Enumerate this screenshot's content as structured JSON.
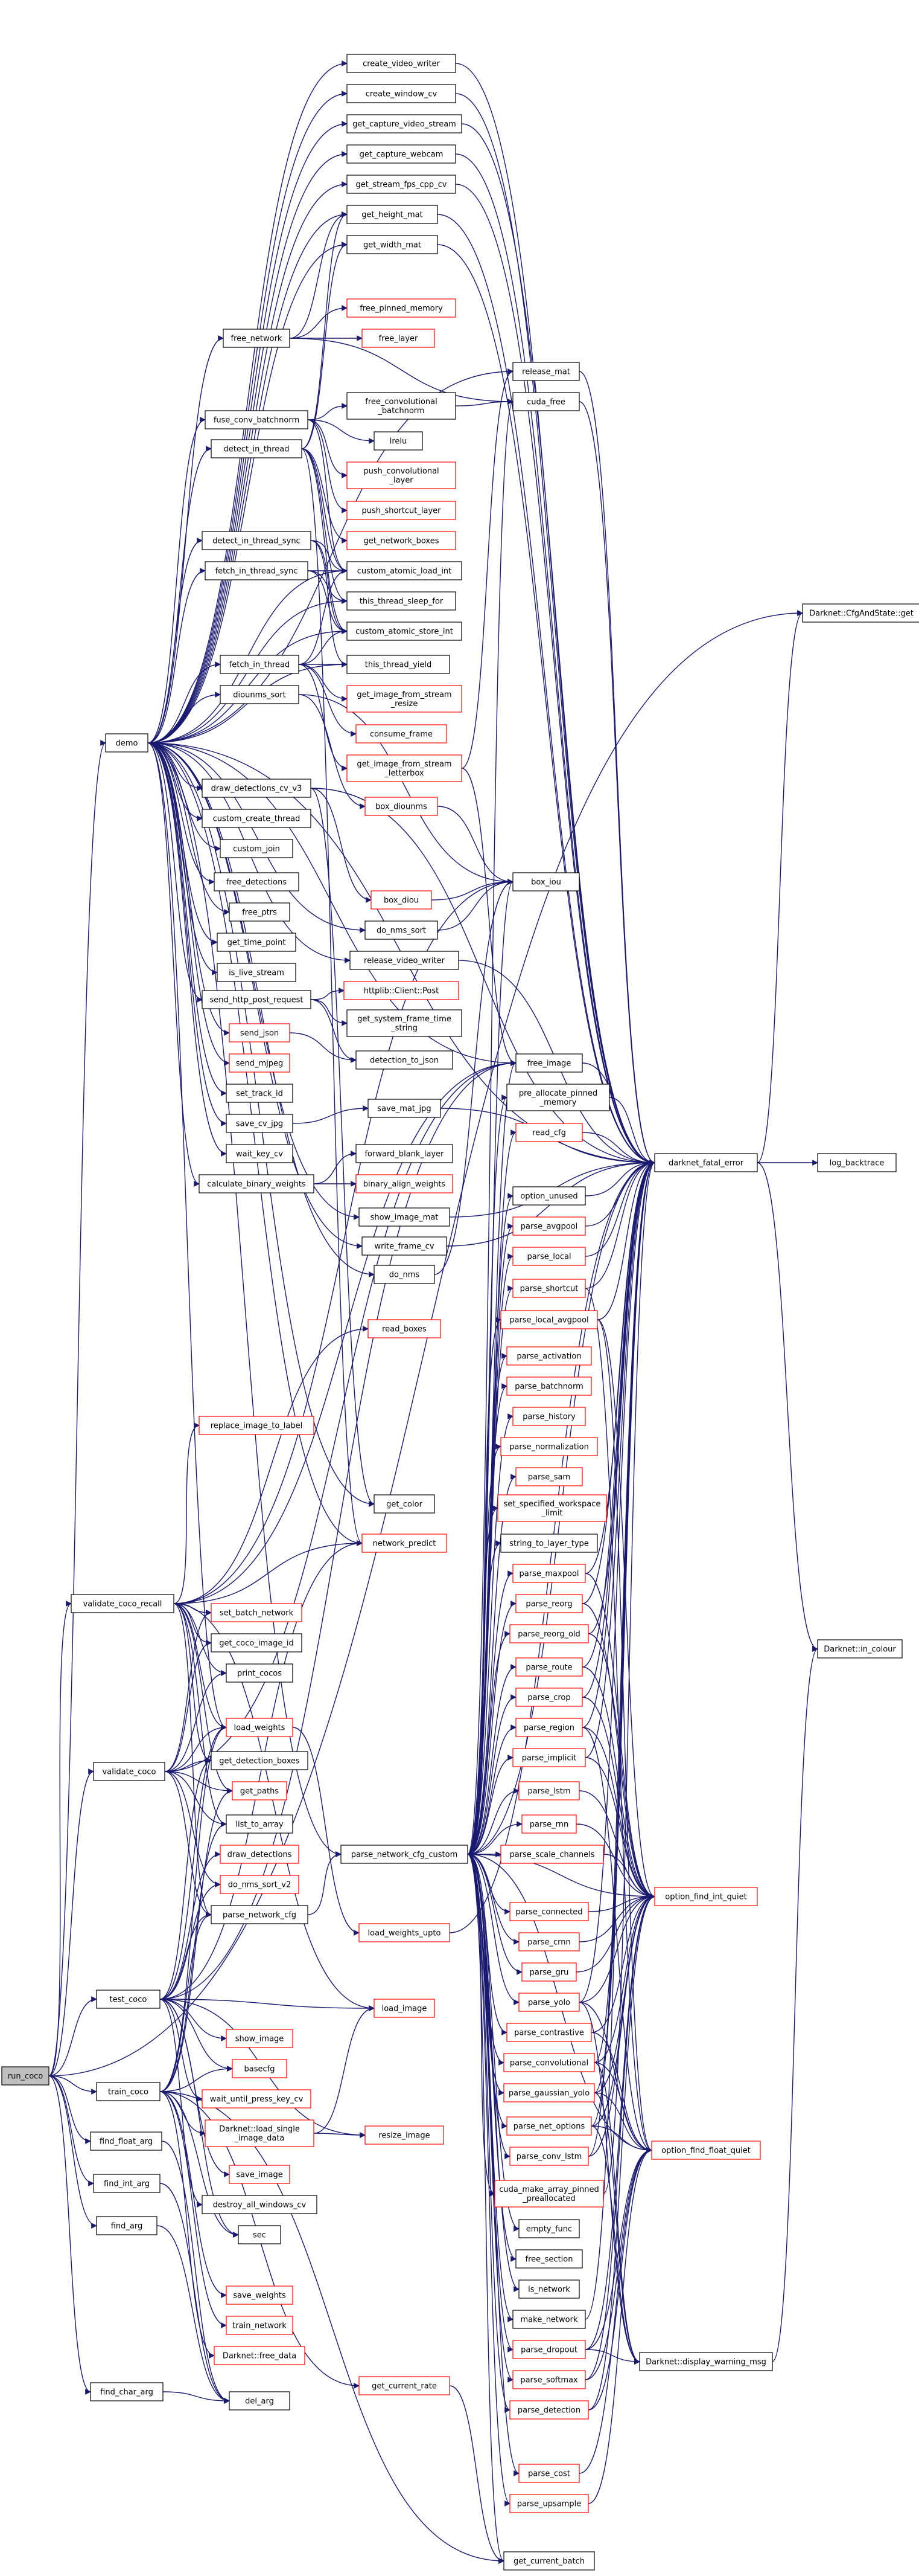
{
  "nodes": {
    "run_coco": "run_coco",
    "validate_coco_recall": "validate_coco_recall",
    "validate_coco": "validate_coco",
    "test_coco": "test_coco",
    "train_coco": "train_coco",
    "find_float_arg": "find_float_arg",
    "find_int_arg": "find_int_arg",
    "find_arg": "find_arg",
    "find_char_arg": "find_char_arg",
    "demo": "demo",
    "create_video_writer": "create_video_writer",
    "create_window_cv": "create_window_cv",
    "get_capture_video_stream": "get_capture_video_stream",
    "get_capture_webcam": "get_capture_webcam",
    "get_stream_fps_cpp_cv": "get_stream_fps_cpp_cv",
    "get_height_mat": "get_height_mat",
    "get_width_mat": "get_width_mat",
    "free_network": "free_network",
    "free_pinned_memory": "free_pinned_memory",
    "free_layer": "free_layer",
    "release_mat": "release_mat",
    "cuda_free": "cuda_free",
    "fuse_conv_batchnorm": "fuse_conv_batchnorm",
    "free_convolutional_batchnorm": "free_convolutional\n_batchnorm",
    "lrelu": "lrelu",
    "push_convolutional_layer": "push_convolutional\n_layer",
    "push_shortcut_layer": "push_shortcut_layer",
    "detect_in_thread": "detect_in_thread",
    "get_network_boxes": "get_network_boxes",
    "detect_in_thread_sync": "detect_in_thread_sync",
    "custom_atomic_load_int": "custom_atomic_load_int",
    "fetch_in_thread_sync": "fetch_in_thread_sync",
    "this_thread_sleep_for": "this_thread_sleep_for",
    "custom_atomic_store_int": "custom_atomic_store_int",
    "fetch_in_thread": "fetch_in_thread",
    "this_thread_yield": "this_thread_yield",
    "get_image_from_stream_resize": "get_image_from_stream\n_resize",
    "diounms_sort": "diounms_sort",
    "consume_frame": "consume_frame",
    "get_image_from_stream_letterbox": "get_image_from_stream\n_letterbox",
    "draw_detections_cv_v3": "draw_detections_cv_v3",
    "box_diounms": "box_diounms",
    "custom_create_thread": "custom_create_thread",
    "custom_join": "custom_join",
    "free_detections": "free_detections",
    "box_iou": "box_iou",
    "free_ptrs": "free_ptrs",
    "box_diou": "box_diou",
    "get_time_point": "get_time_point",
    "do_nms_sort": "do_nms_sort",
    "is_live_stream": "is_live_stream",
    "release_video_writer": "release_video_writer",
    "send_http_post_request": "send_http_post_request",
    "httplib_Client_Post": "httplib::Client::Post",
    "get_system_frame_time_string": "get_system_frame_time\n_string",
    "send_json": "send_json",
    "detection_to_json": "detection_to_json",
    "send_mjpeg": "send_mjpeg",
    "set_track_id": "set_track_id",
    "free_image": "free_image",
    "save_cv_jpg": "save_cv_jpg",
    "save_mat_jpg": "save_mat_jpg",
    "pre_allocate_pinned_memory": "pre_allocate_pinned\n_memory",
    "wait_key_cv": "wait_key_cv",
    "forward_blank_layer": "forward_blank_layer",
    "read_cfg": "read_cfg",
    "calculate_binary_weights": "calculate_binary_weights",
    "binary_align_weights": "binary_align_weights",
    "darknet_fatal_error": "darknet_fatal_error",
    "log_backtrace": "log_backtrace",
    "show_image_mat": "show_image_mat",
    "option_unused": "option_unused",
    "write_frame_cv": "write_frame_cv",
    "parse_avgpool": "parse_avgpool",
    "do_nms": "do_nms",
    "parse_local": "parse_local",
    "parse_shortcut": "parse_shortcut",
    "read_boxes": "read_boxes",
    "parse_local_avgpool": "parse_local_avgpool",
    "replace_image_to_label": "replace_image_to_label",
    "parse_activation": "parse_activation",
    "parse_batchnorm": "parse_batchnorm",
    "parse_history": "parse_history",
    "parse_normalization": "parse_normalization",
    "parse_sam": "parse_sam",
    "get_color": "get_color",
    "set_specified_workspace_limit": "set_specified_workspace\n_limit",
    "network_predict": "network_predict",
    "string_to_layer_type": "string_to_layer_type",
    "parse_maxpool": "parse_maxpool",
    "set_batch_network": "set_batch_network",
    "parse_reorg": "parse_reorg",
    "get_coco_image_id": "get_coco_image_id",
    "parse_reorg_old": "parse_reorg_old",
    "print_cocos": "print_cocos",
    "parse_route": "parse_route",
    "parse_crop": "parse_crop",
    "load_weights": "load_weights",
    "parse_region": "parse_region",
    "get_detection_boxes": "get_detection_boxes",
    "parse_implicit": "parse_implicit",
    "get_paths": "get_paths",
    "parse_lstm": "parse_lstm",
    "list_to_array": "list_to_array",
    "parse_rnn": "parse_rnn",
    "draw_detections": "draw_detections",
    "parse_network_cfg_custom": "parse_network_cfg_custom",
    "parse_scale_channels": "parse_scale_channels",
    "do_nms_sort_v2": "do_nms_sort_v2",
    "option_find_int_quiet": "option_find_int_quiet",
    "parse_network_cfg": "parse_network_cfg",
    "parse_connected": "parse_connected",
    "load_weights_upto": "load_weights_upto",
    "parse_crnn": "parse_crnn",
    "parse_gru": "parse_gru",
    "load_image": "load_image",
    "parse_yolo": "parse_yolo",
    "show_image": "show_image",
    "parse_contrastive": "parse_contrastive",
    "basecfg": "basecfg",
    "parse_convolutional": "parse_convolutional",
    "wait_until_press_key_cv": "wait_until_press_key_cv",
    "parse_gaussian_yolo": "parse_gaussian_yolo",
    "Darknet_load_single_image_data": "Darknet::load_single\n_image_data",
    "resize_image": "resize_image",
    "parse_net_options": "parse_net_options",
    "parse_conv_lstm": "parse_conv_lstm",
    "option_find_float_quiet": "option_find_float_quiet",
    "save_image": "save_image",
    "cuda_make_array_pinned_preallocated": "cuda_make_array_pinned\n_preallocated",
    "destroy_all_windows_cv": "destroy_all_windows_cv",
    "empty_func": "empty_func",
    "sec": "sec",
    "free_section": "free_section",
    "save_weights": "save_weights",
    "is_network": "is_network",
    "train_network": "train_network",
    "make_network": "make_network",
    "Darknet_free_data": "Darknet::free_data",
    "parse_dropout": "parse_dropout",
    "Darknet_display_warning_msg": "Darknet::display_warning_msg",
    "get_current_rate": "get_current_rate",
    "parse_softmax": "parse_softmax",
    "parse_detection": "parse_detection",
    "del_arg": "del_arg",
    "parse_cost": "parse_cost",
    "parse_upsample": "parse_upsample",
    "get_current_batch": "get_current_batch",
    "Darknet_CfgAndState_get": "Darknet::CfgAndState::get",
    "Darknet_in_colour": "Darknet::in_colour"
  },
  "colors": {
    "edge": "#191970",
    "node_border_documented": "#000000",
    "node_border_undocumented": "#ff0000",
    "root_fill": "#bfbfbf",
    "node_fill": "#ffffff"
  }
}
